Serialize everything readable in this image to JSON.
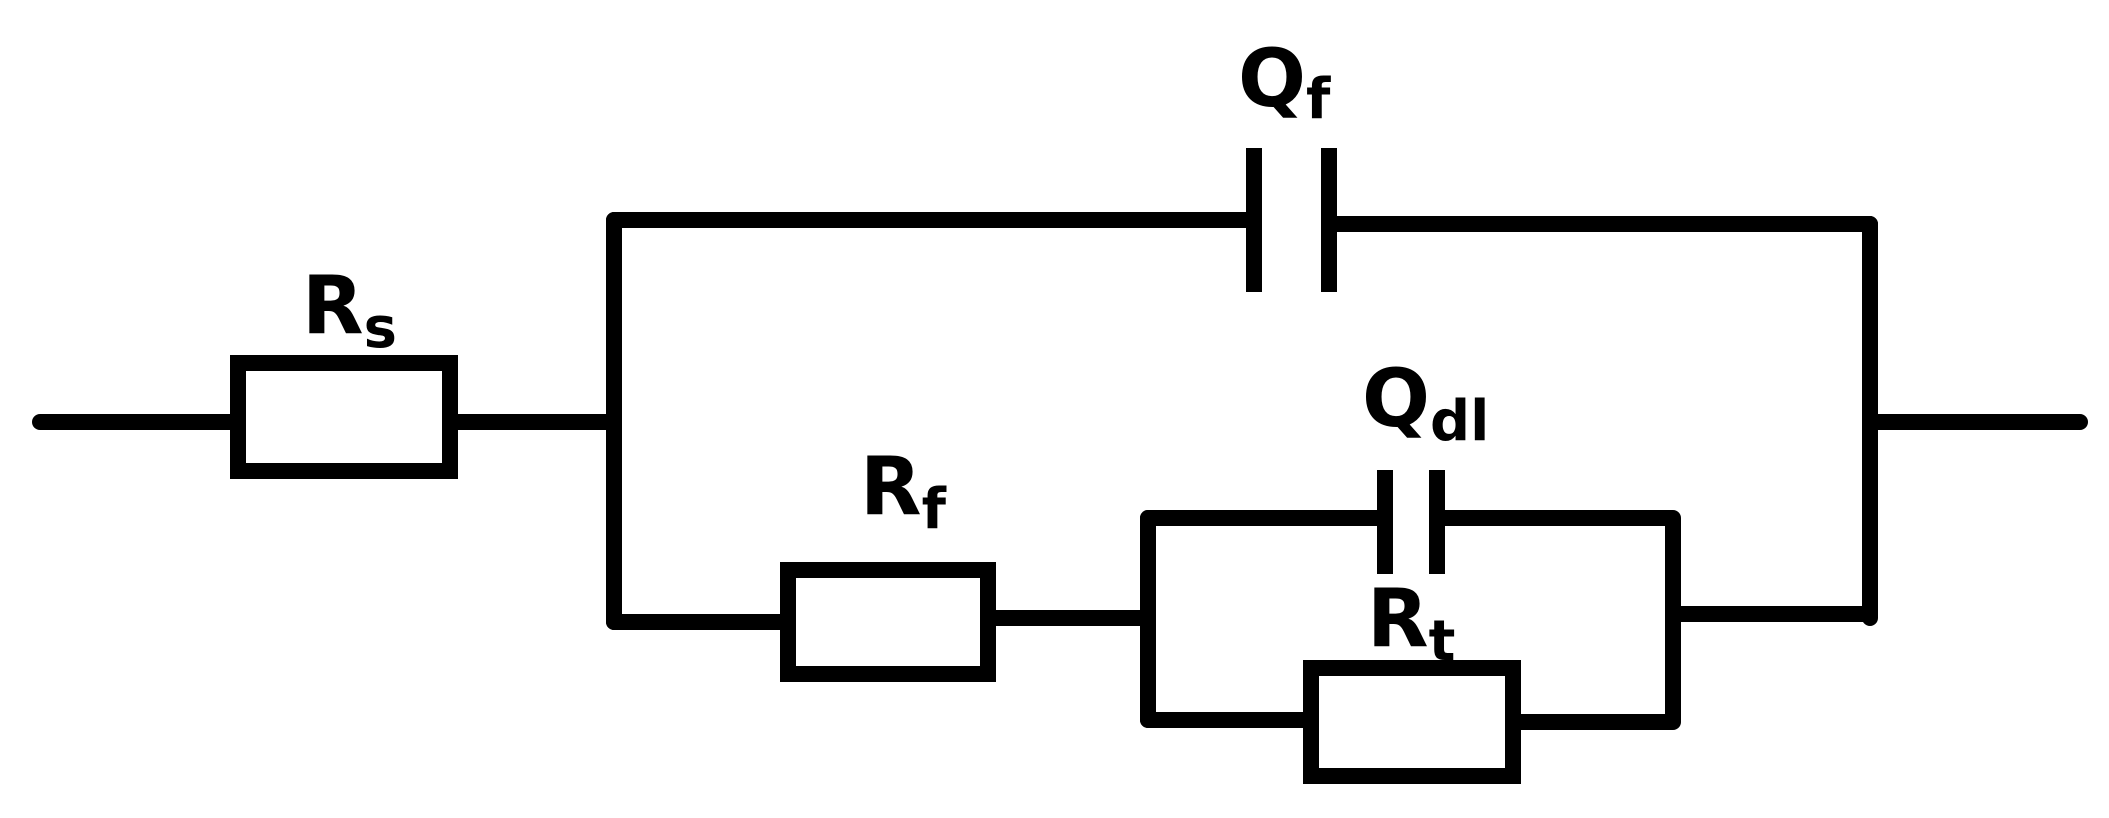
{
  "diagram": {
    "components": {
      "rs": {
        "symbol": "R",
        "subscript": "s"
      },
      "qf": {
        "symbol": "Q",
        "subscript": "f"
      },
      "rf": {
        "symbol": "R",
        "subscript": "f"
      },
      "qdl": {
        "symbol": "Q",
        "subscript": "dl"
      },
      "rt": {
        "symbol": "R",
        "subscript": "t"
      }
    },
    "colors": {
      "line": "#000000",
      "background": "#ffffff"
    }
  }
}
